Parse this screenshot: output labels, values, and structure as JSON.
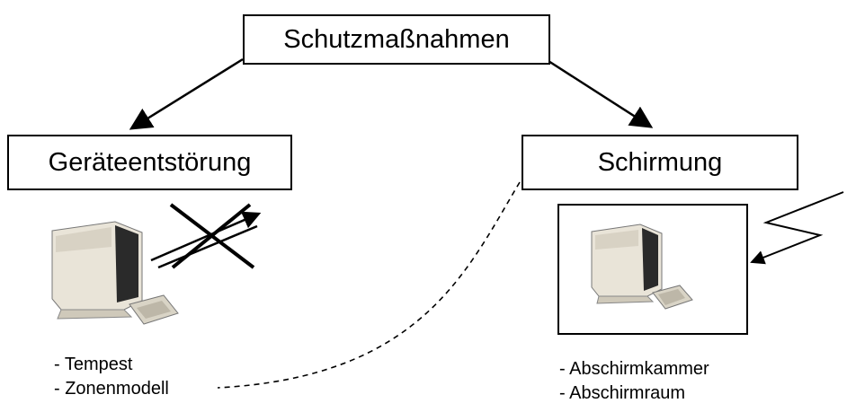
{
  "root": {
    "label": "Schutzmaßnahmen"
  },
  "left": {
    "label": "Geräteentstörung",
    "items": [
      "- Tempest",
      "- Zonenmodell"
    ]
  },
  "right": {
    "label": "Schirmung",
    "items": [
      "- Abschirmkammer",
      "- Abschirmraum"
    ]
  },
  "colors": {
    "line": "#000000",
    "monitor_body": "#e9e4d8",
    "screen": "#2a2a2a"
  },
  "icons": [
    "computer-icon",
    "crossed-signal-icon",
    "lightning-icon",
    "computer-icon"
  ]
}
